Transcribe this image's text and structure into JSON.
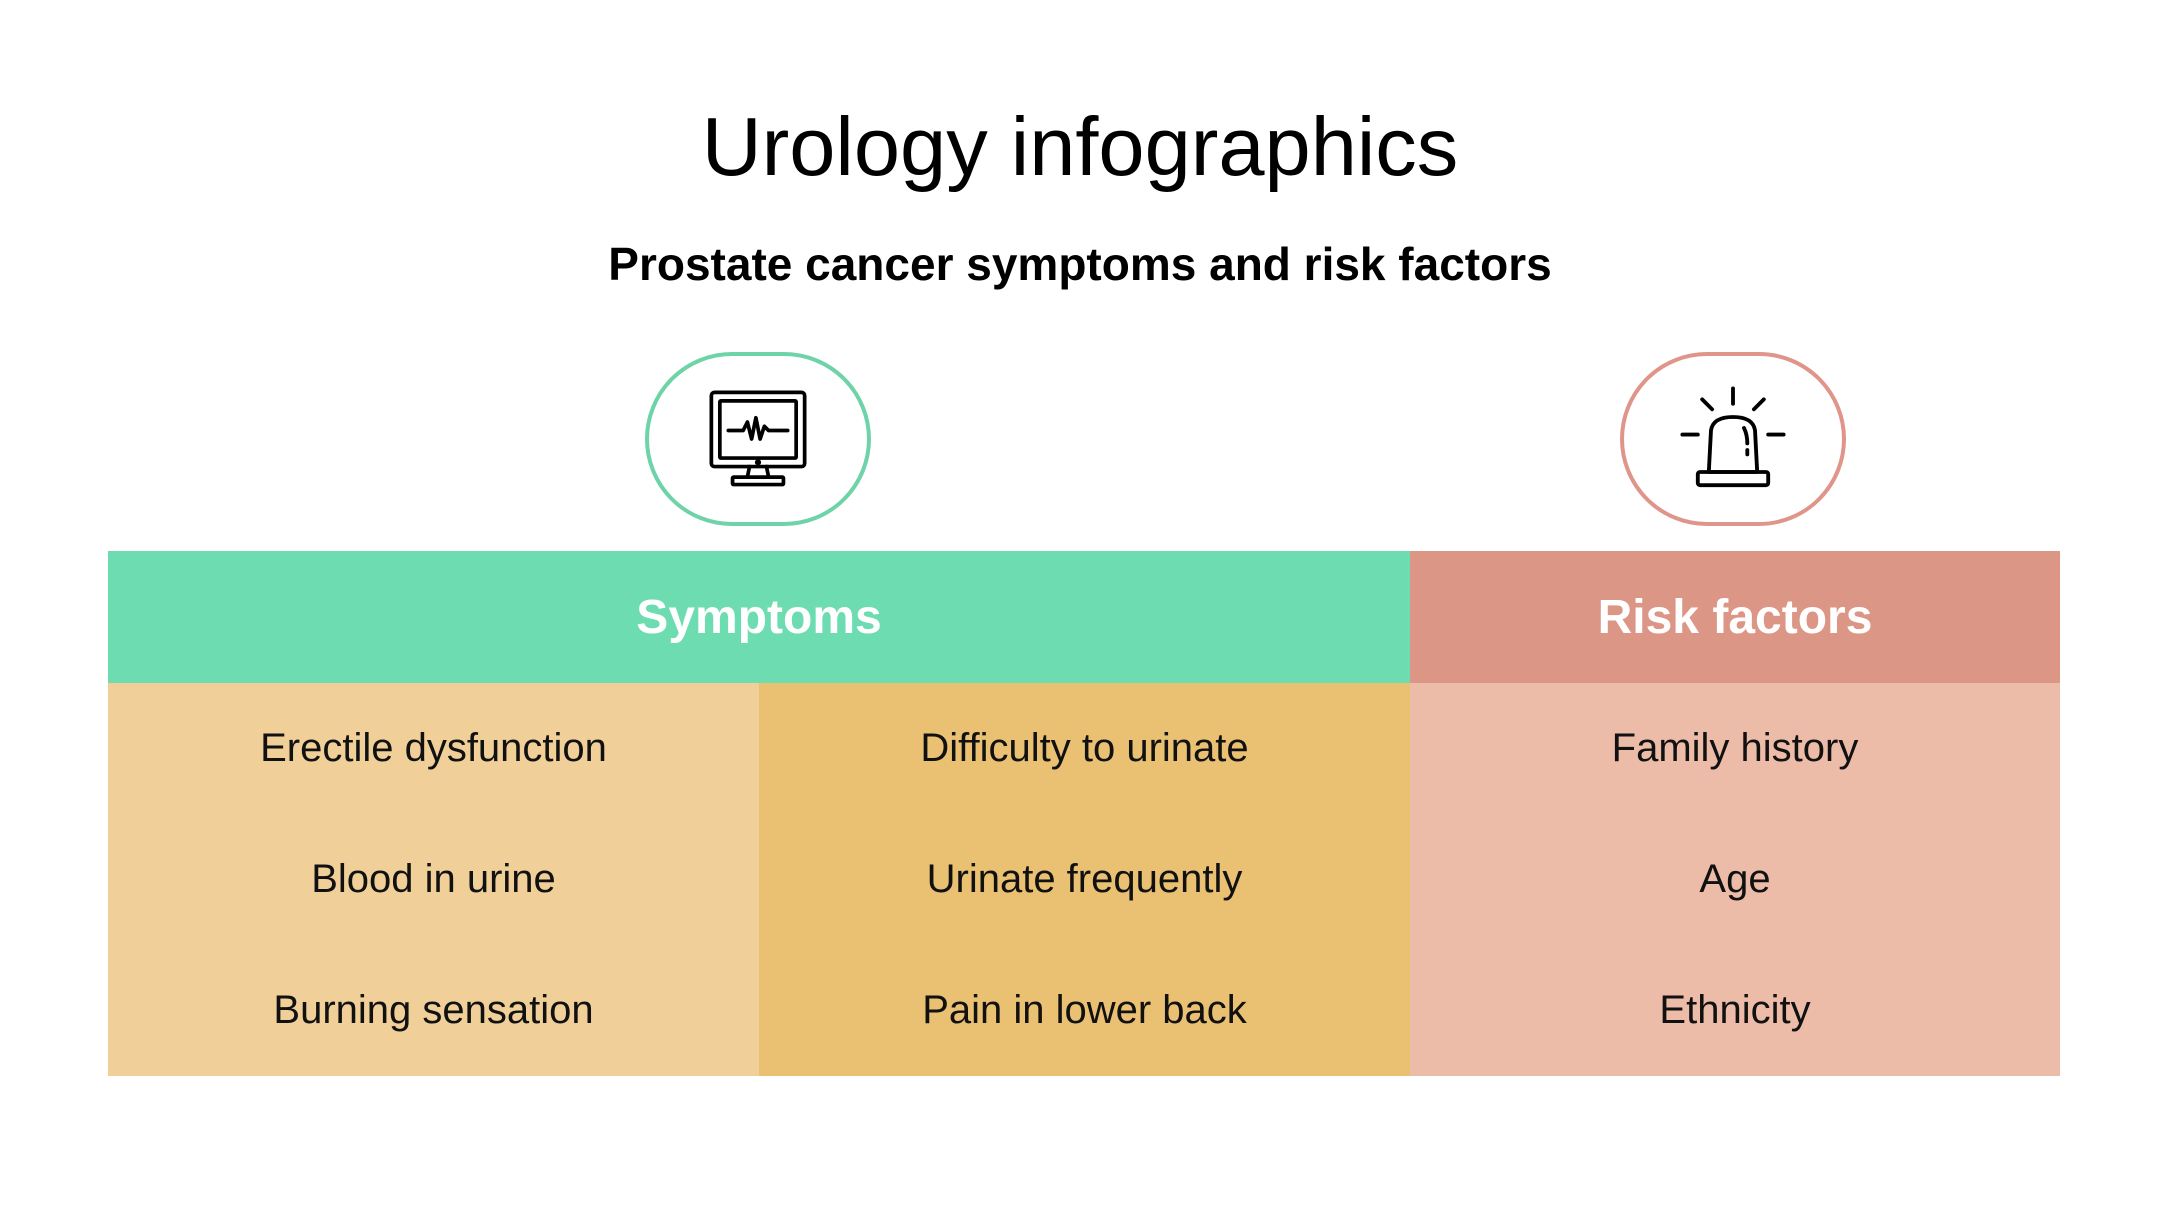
{
  "title": "Urology infographics",
  "subtitle": "Prostate cancer symptoms and risk factors",
  "icons": {
    "symptoms": "heart-monitor-icon",
    "risk": "alarm-siren-icon"
  },
  "colors": {
    "symptoms_header": "#6ddcb1",
    "risk_header": "#dc9686",
    "symptoms_col_a": "#f0d098",
    "symptoms_col_b": "#eac072",
    "risk_col": "#edbca8"
  },
  "headers": {
    "symptoms": "Symptoms",
    "risk": "Risk factors"
  },
  "symptoms_col_a": [
    "Erectile dysfunction",
    "Blood in urine",
    "Burning sensation"
  ],
  "symptoms_col_b": [
    "Difficulty to urinate",
    "Urinate frequently",
    "Pain in lower back"
  ],
  "risk_factors": [
    "Family history",
    "Age",
    "Ethnicity"
  ]
}
